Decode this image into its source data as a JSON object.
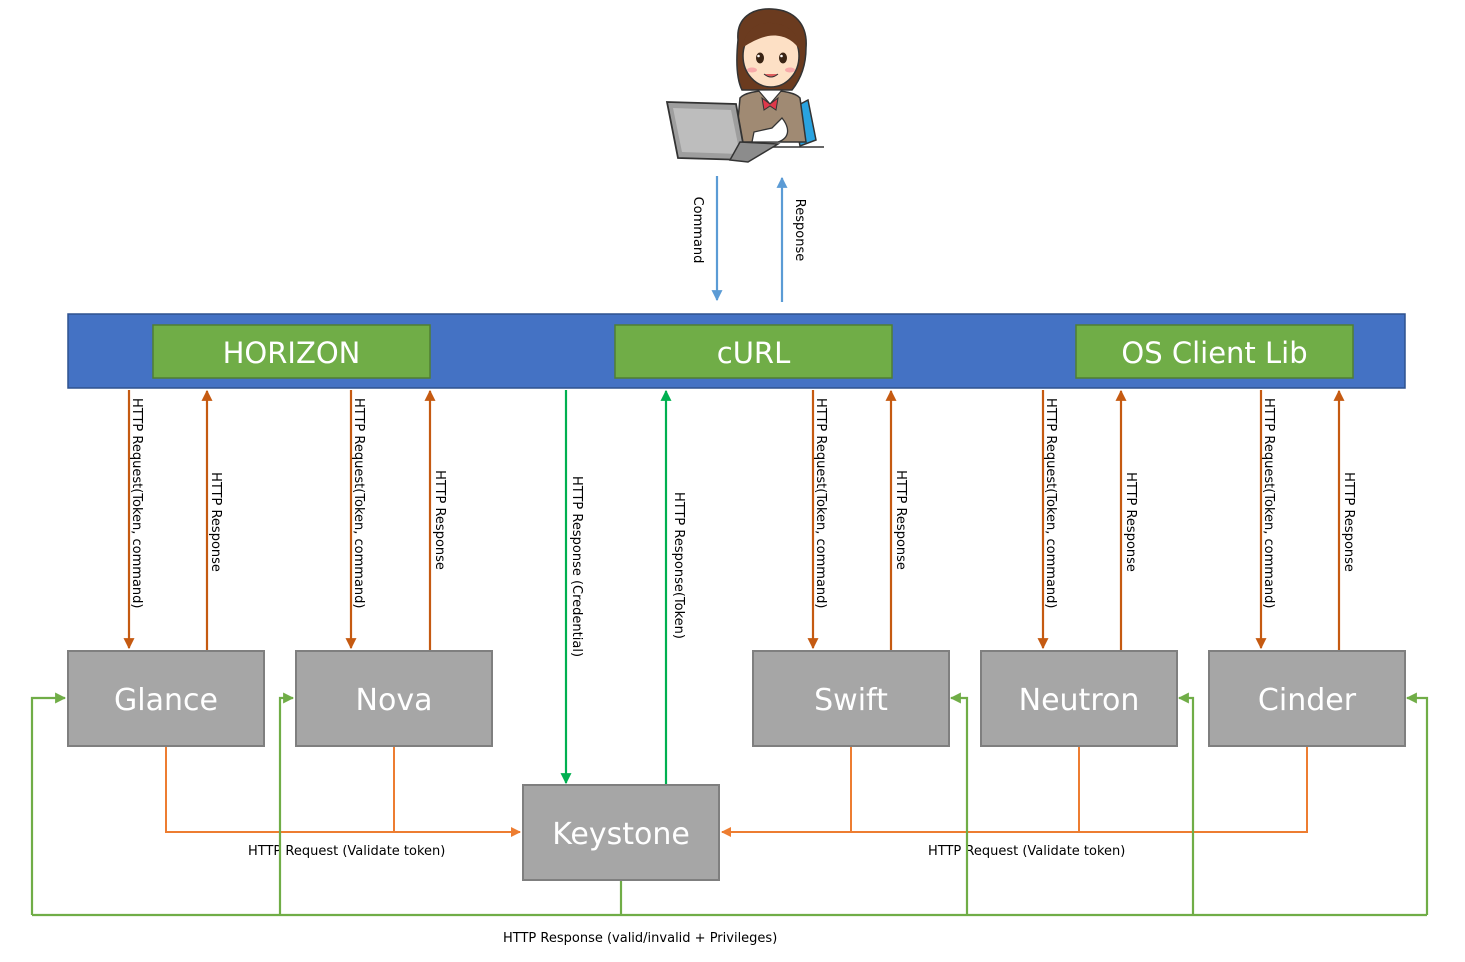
{
  "user": {
    "icon": "user-at-laptop-icon",
    "command_label": "Command",
    "response_label": "Response"
  },
  "client_layer": {
    "clients": [
      {
        "id": "horizon",
        "label": "HORIZON"
      },
      {
        "id": "curl",
        "label": "cURL"
      },
      {
        "id": "os-client-lib",
        "label": "OS Client Lib"
      }
    ]
  },
  "services": [
    {
      "id": "glance",
      "label": "Glance"
    },
    {
      "id": "nova",
      "label": "Nova"
    },
    {
      "id": "swift",
      "label": "Swift"
    },
    {
      "id": "neutron",
      "label": "Neutron"
    },
    {
      "id": "cinder",
      "label": "Cinder"
    }
  ],
  "keystone": {
    "label": "Keystone"
  },
  "labels": {
    "http_request_token_command": "HTTP Request(Token, command)",
    "http_response": "HTTP Response",
    "http_response_credential": "HTTP Response (Credential)",
    "http_response_token": "HTTP Response(Token)",
    "http_request_validate_token": "HTTP Request (Validate token)",
    "http_response_valid_invalid": "HTTP Response (valid/invalid + Privileges)"
  },
  "colors": {
    "client_layer": "#4472c4",
    "client_box": "#70ad47",
    "service_box": "#a6a6a6",
    "service_border": "#7f7f7f",
    "user_arrow": "#5b9bd5",
    "service_arrow": "#c55a11",
    "keystone_arrow": "#00b050",
    "validate_line": "#ed7d31",
    "privileges_line": "#70ad47"
  }
}
